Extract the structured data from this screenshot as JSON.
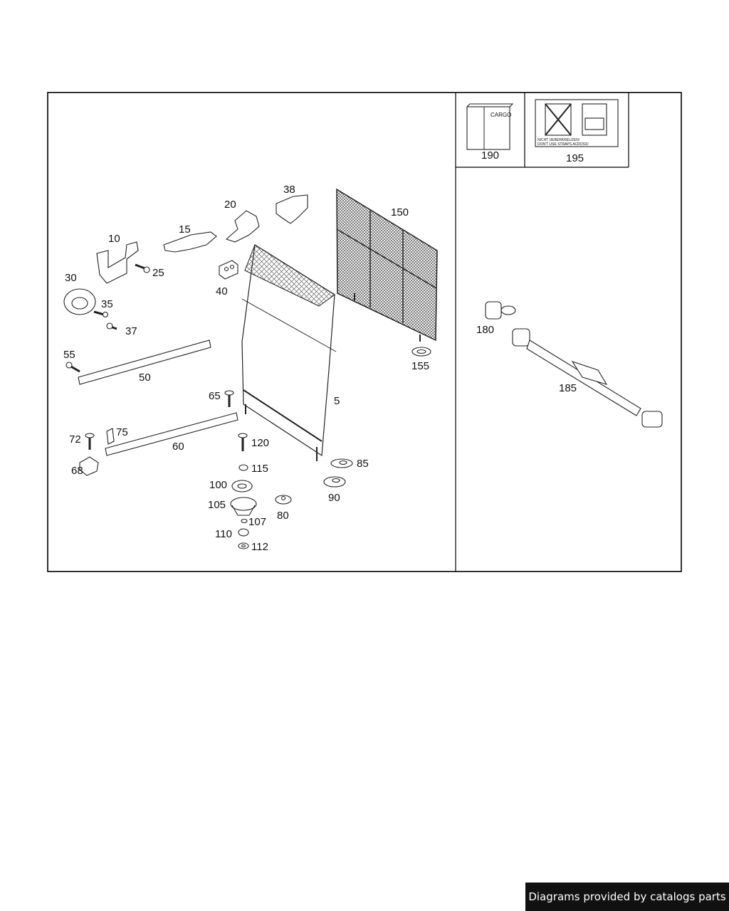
{
  "diagram": {
    "label_cargo": "CARGO",
    "label_warning_de": "NICHT UEBERKREUZEN!",
    "label_warning_en": "DON'T USE STRAPS ACROSS!",
    "callouts": {
      "c5": "5",
      "c10": "10",
      "c15": "15",
      "c20": "20",
      "c25": "25",
      "c30": "30",
      "c35": "35",
      "c37": "37",
      "c38": "38",
      "c40": "40",
      "c50": "50",
      "c55": "55",
      "c60": "60",
      "c65": "65",
      "c68": "68",
      "c72": "72",
      "c75": "75",
      "c80": "80",
      "c85": "85",
      "c90": "90",
      "c100": "100",
      "c105": "105",
      "c107": "107",
      "c110": "110",
      "c112": "112",
      "c115": "115",
      "c120": "120",
      "c150": "150",
      "c155": "155",
      "c180": "180",
      "c185": "185",
      "c190": "190",
      "c195": "195"
    }
  },
  "footer": {
    "credit": "Diagrams provided by catalogs parts"
  }
}
